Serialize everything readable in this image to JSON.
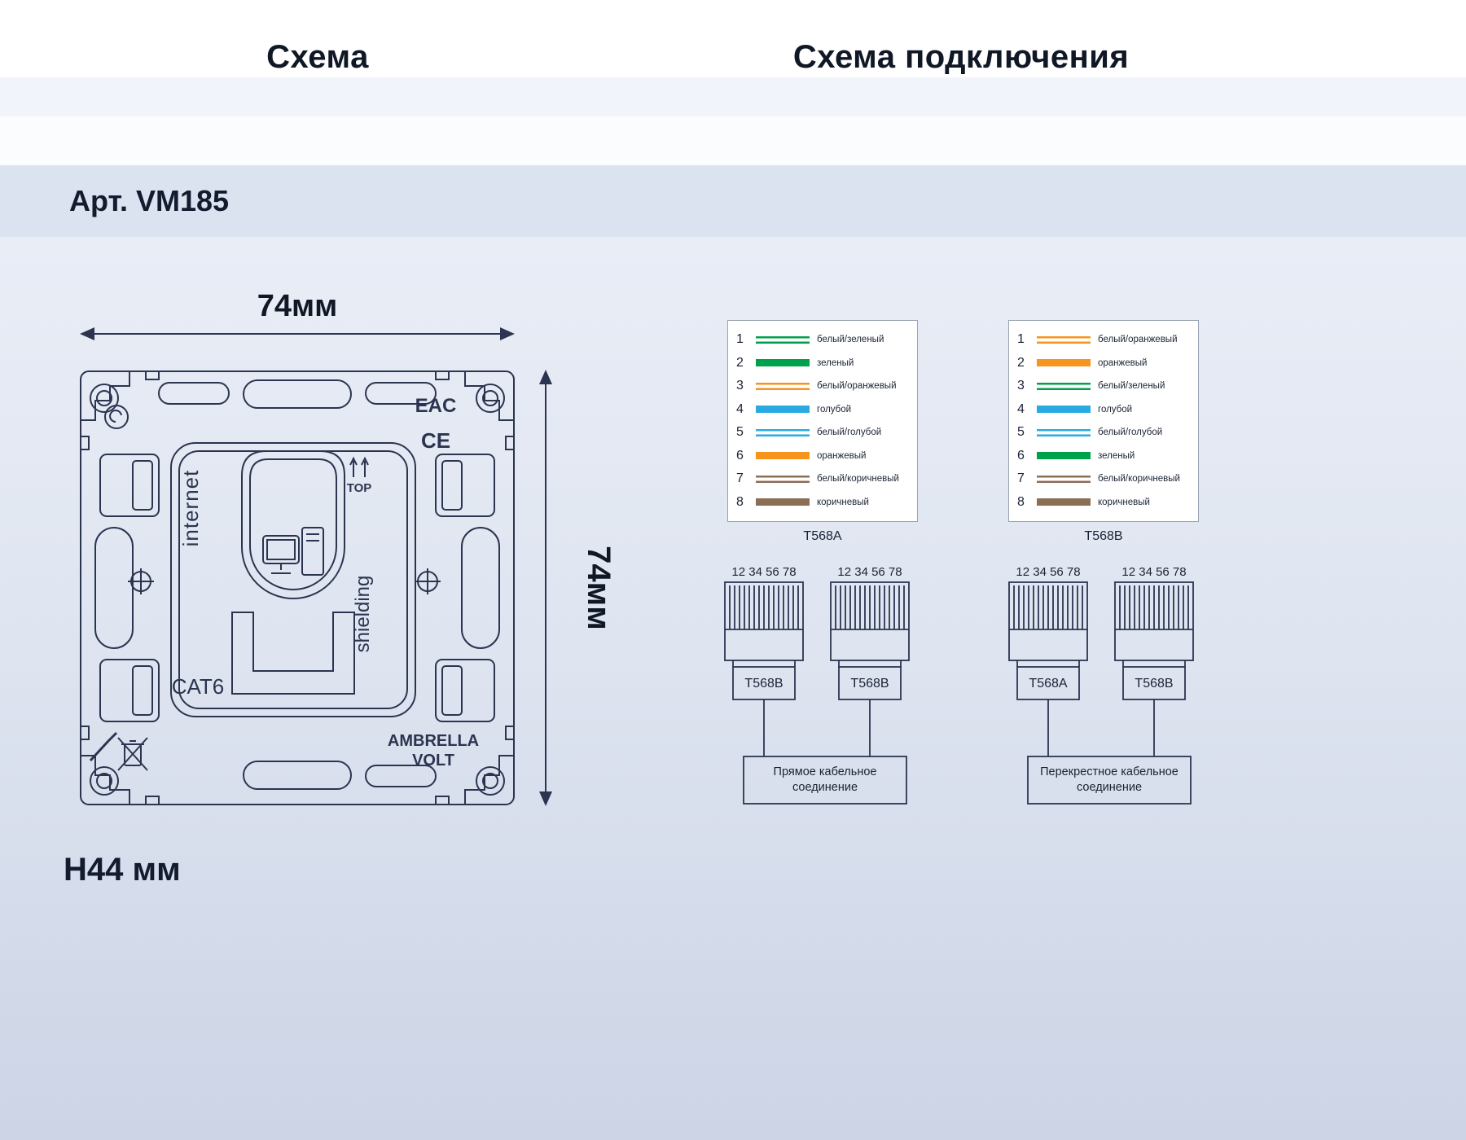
{
  "header": {
    "left_title": "Схема",
    "right_title": "Схема подключения"
  },
  "product": {
    "article": "Арт. VM185"
  },
  "drawing": {
    "width_label": "74мм",
    "height_label": "74мм",
    "depth_label": "H44 мм",
    "labels": {
      "internet": "internet",
      "cat6": "CAT6",
      "shielding": "shielding",
      "top": "TOP",
      "eac": "EAC",
      "ce": "CE",
      "brand1": "AMBRELLA",
      "brand2": "VOLT"
    },
    "line_color": "#2b3550"
  },
  "wiring": {
    "t568a": {
      "caption": "T568A",
      "rows": [
        {
          "pin": "1",
          "label": "белый/зеленый",
          "color": "#00A14B",
          "striped": true
        },
        {
          "pin": "2",
          "label": "зеленый",
          "color": "#00A14B",
          "striped": false
        },
        {
          "pin": "3",
          "label": "белый/оранжевый",
          "color": "#F7941D",
          "striped": true
        },
        {
          "pin": "4",
          "label": "голубой",
          "color": "#29ABE2",
          "striped": false
        },
        {
          "pin": "5",
          "label": "белый/голубой",
          "color": "#29ABE2",
          "striped": true
        },
        {
          "pin": "6",
          "label": "оранжевый",
          "color": "#F7941D",
          "striped": false
        },
        {
          "pin": "7",
          "label": "белый/коричневый",
          "color": "#8C6E54",
          "striped": true
        },
        {
          "pin": "8",
          "label": "коричневый",
          "color": "#8C6E54",
          "striped": false
        }
      ]
    },
    "t568b": {
      "caption": "T568B",
      "rows": [
        {
          "pin": "1",
          "label": "белый/оранжевый",
          "color": "#F7941D",
          "striped": true
        },
        {
          "pin": "2",
          "label": "оранжевый",
          "color": "#F7941D",
          "striped": false
        },
        {
          "pin": "3",
          "label": "белый/зеленый",
          "color": "#00A14B",
          "striped": true
        },
        {
          "pin": "4",
          "label": "голубой",
          "color": "#29ABE2",
          "striped": false
        },
        {
          "pin": "5",
          "label": "белый/голубой",
          "color": "#29ABE2",
          "striped": true
        },
        {
          "pin": "6",
          "label": "зеленый",
          "color": "#00A14B",
          "striped": false
        },
        {
          "pin": "7",
          "label": "белый/коричневый",
          "color": "#8C6E54",
          "striped": true
        },
        {
          "pin": "8",
          "label": "коричневый",
          "color": "#8C6E54",
          "striped": false
        }
      ]
    },
    "connections": [
      {
        "pins": "12 34 56 78",
        "left_jack": "T568B",
        "right_jack": "T568B",
        "caption_line1": "Прямое кабельное",
        "caption_line2": "соединение"
      },
      {
        "pins": "12 34 56 78",
        "left_jack": "T568A",
        "right_jack": "T568B",
        "caption_line1": "Перекрестное кабельное",
        "caption_line2": "соединение"
      }
    ]
  }
}
